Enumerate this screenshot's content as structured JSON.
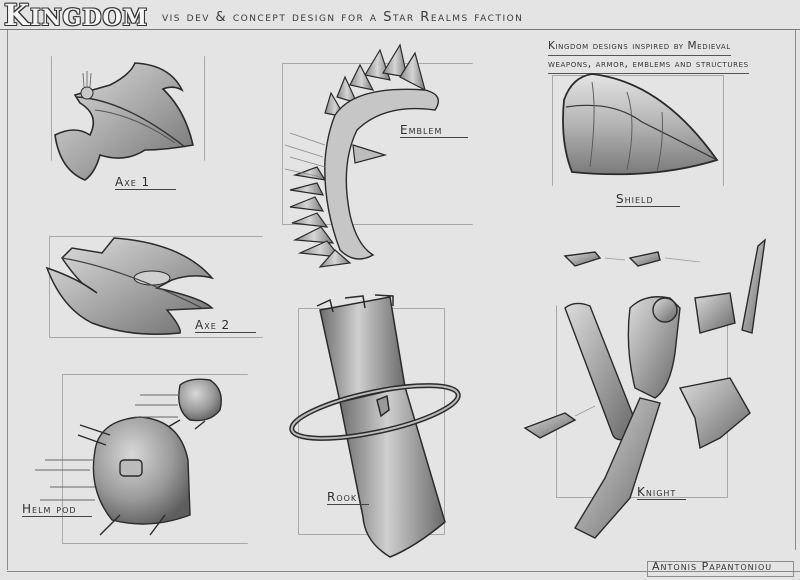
{
  "header": {
    "title_initial": "K",
    "title_rest": "INGDOM",
    "subtitle": "vis dev & concept design for a Star Realms faction"
  },
  "note": {
    "line1": "Kingdom designs inspired by Medieval",
    "line2": "weapons, armor, emblems and structures"
  },
  "designs": [
    {
      "id": "axe1",
      "label": "Axe 1",
      "icon": "axe-ship-icon"
    },
    {
      "id": "emblem",
      "label": "Emblem",
      "icon": "emblem-ship-icon"
    },
    {
      "id": "shield",
      "label": "Shield",
      "icon": "shield-ship-icon"
    },
    {
      "id": "axe2",
      "label": "Axe 2",
      "icon": "double-axe-ship-icon"
    },
    {
      "id": "helm",
      "label": "Helm pod",
      "icon": "helm-pod-icon"
    },
    {
      "id": "rook",
      "label": "Rook",
      "icon": "rook-tower-icon"
    },
    {
      "id": "knight",
      "label": "Knight",
      "icon": "knight-mech-icon"
    }
  ],
  "signature": "Antonis Papantoniou",
  "colors": {
    "background": "#e4e4e4",
    "ink": "#2a2a2a",
    "guide": "#a8a8a8",
    "metal_light": "#d8d8d8",
    "metal_mid": "#a6a6a6",
    "metal_dark": "#6e6e6e"
  }
}
